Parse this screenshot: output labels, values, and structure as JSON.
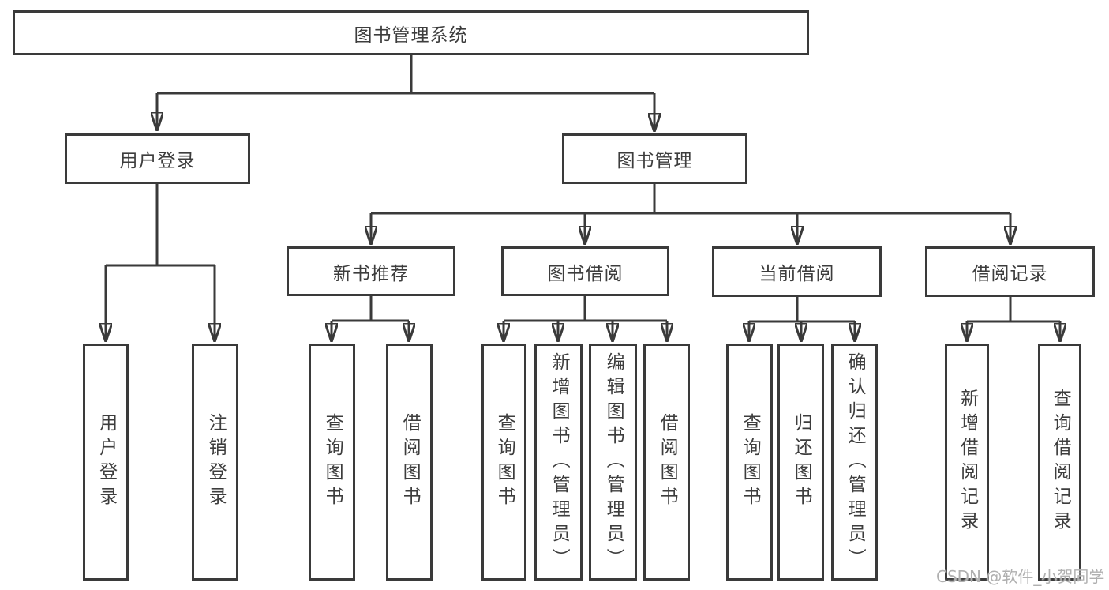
{
  "diagram_title": "图书管理系统",
  "root": {
    "label": "图书管理系统"
  },
  "level1": [
    {
      "label": "用户登录"
    },
    {
      "label": "图书管理"
    }
  ],
  "level2": [
    {
      "label": "新书推荐"
    },
    {
      "label": "图书借阅"
    },
    {
      "label": "当前借阅"
    },
    {
      "label": "借阅记录"
    }
  ],
  "leaves": [
    {
      "label": "用户登录"
    },
    {
      "label": "注销登录"
    },
    {
      "label": "查询图书"
    },
    {
      "label": "借阅图书"
    },
    {
      "label": "查询图书"
    },
    {
      "label": "新增图书（管理员）"
    },
    {
      "label": "编辑图书（管理员）"
    },
    {
      "label": "借阅图书"
    },
    {
      "label": "查询图书"
    },
    {
      "label": "归还图书"
    },
    {
      "label": "确认归还（管理员）"
    },
    {
      "label": "新增借阅记录"
    },
    {
      "label": "查询借阅记录"
    }
  ],
  "watermark": {
    "text": "CSDN @软件_小贺同学"
  },
  "colors": {
    "line": "#3a3a3a",
    "text": "#3d3d3d",
    "watermark": "#b0b0b0",
    "background": "#ffffff"
  }
}
